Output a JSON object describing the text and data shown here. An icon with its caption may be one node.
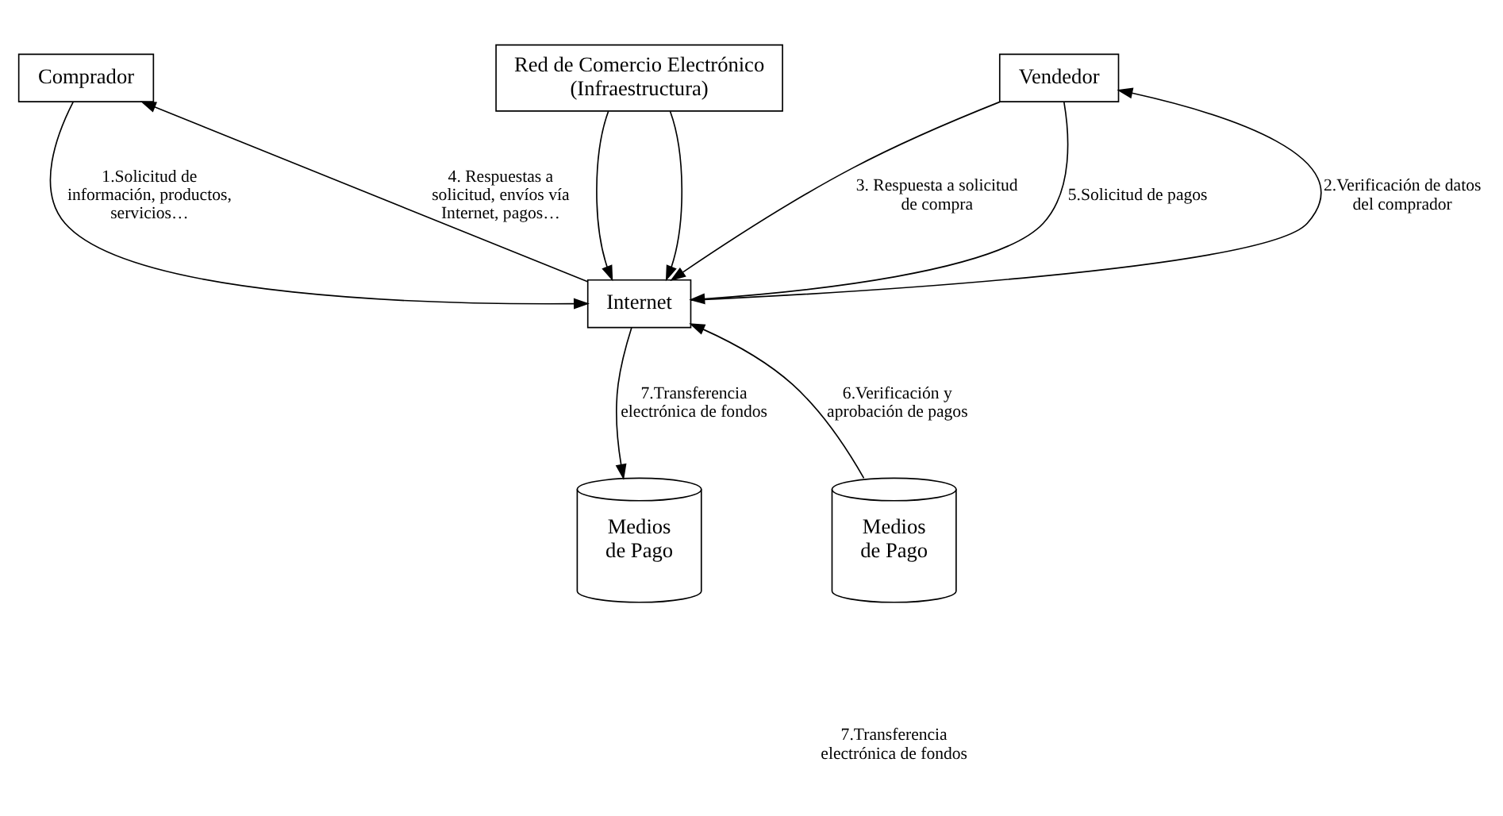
{
  "diagram": {
    "nodes": [
      {
        "text": [
          "Comprador"
        ]
      },
      {
        "text": [
          "Red de Comercio Electrónico (Infraestructura)"
        ]
      },
      {
        "text": [
          "Vendedor"
        ]
      },
      {
        "text": [
          "Internet"
        ]
      },
      {
        "text": [
          "Medios de Pago"
        ]
      },
      {
        "text": [
          "Medios de Pago"
        ]
      }
    ],
    "edges": [
      {
        "from": 0,
        "to": 3,
        "arrow": "to",
        "label": "1.Solicitud de información, productos, servicios…"
      },
      {
        "from": 3,
        "to": 0,
        "arrow": "to",
        "label": "4. Respuestas a solicitud, envíos vía Internet, pagos…"
      },
      {
        "from": 1,
        "to": 3,
        "arrow": "to"
      },
      {
        "from": 1,
        "to": 3,
        "arrow": "to"
      },
      {
        "from": 3,
        "to": 2,
        "arrow": "to",
        "label": "2.Verificación de datos del comprador"
      },
      {
        "from": 2,
        "to": 3,
        "arrow": "to",
        "label": "3. Respuesta a solicitud de compra"
      },
      {
        "from": 2,
        "to": 3,
        "arrow": "to",
        "label": "5.Solicitud de pagos"
      },
      {
        "from": 4,
        "to": 3,
        "arrow": "to",
        "label": "6.Verificación y aprobación de pagos"
      },
      {
        "from": 3,
        "to": 5,
        "arrow": "to",
        "label": "7.Transferencia electrónica de fondos"
      }
    ],
    "labels": [
      "7.Transferencia electrónica de fondos"
    ]
  }
}
